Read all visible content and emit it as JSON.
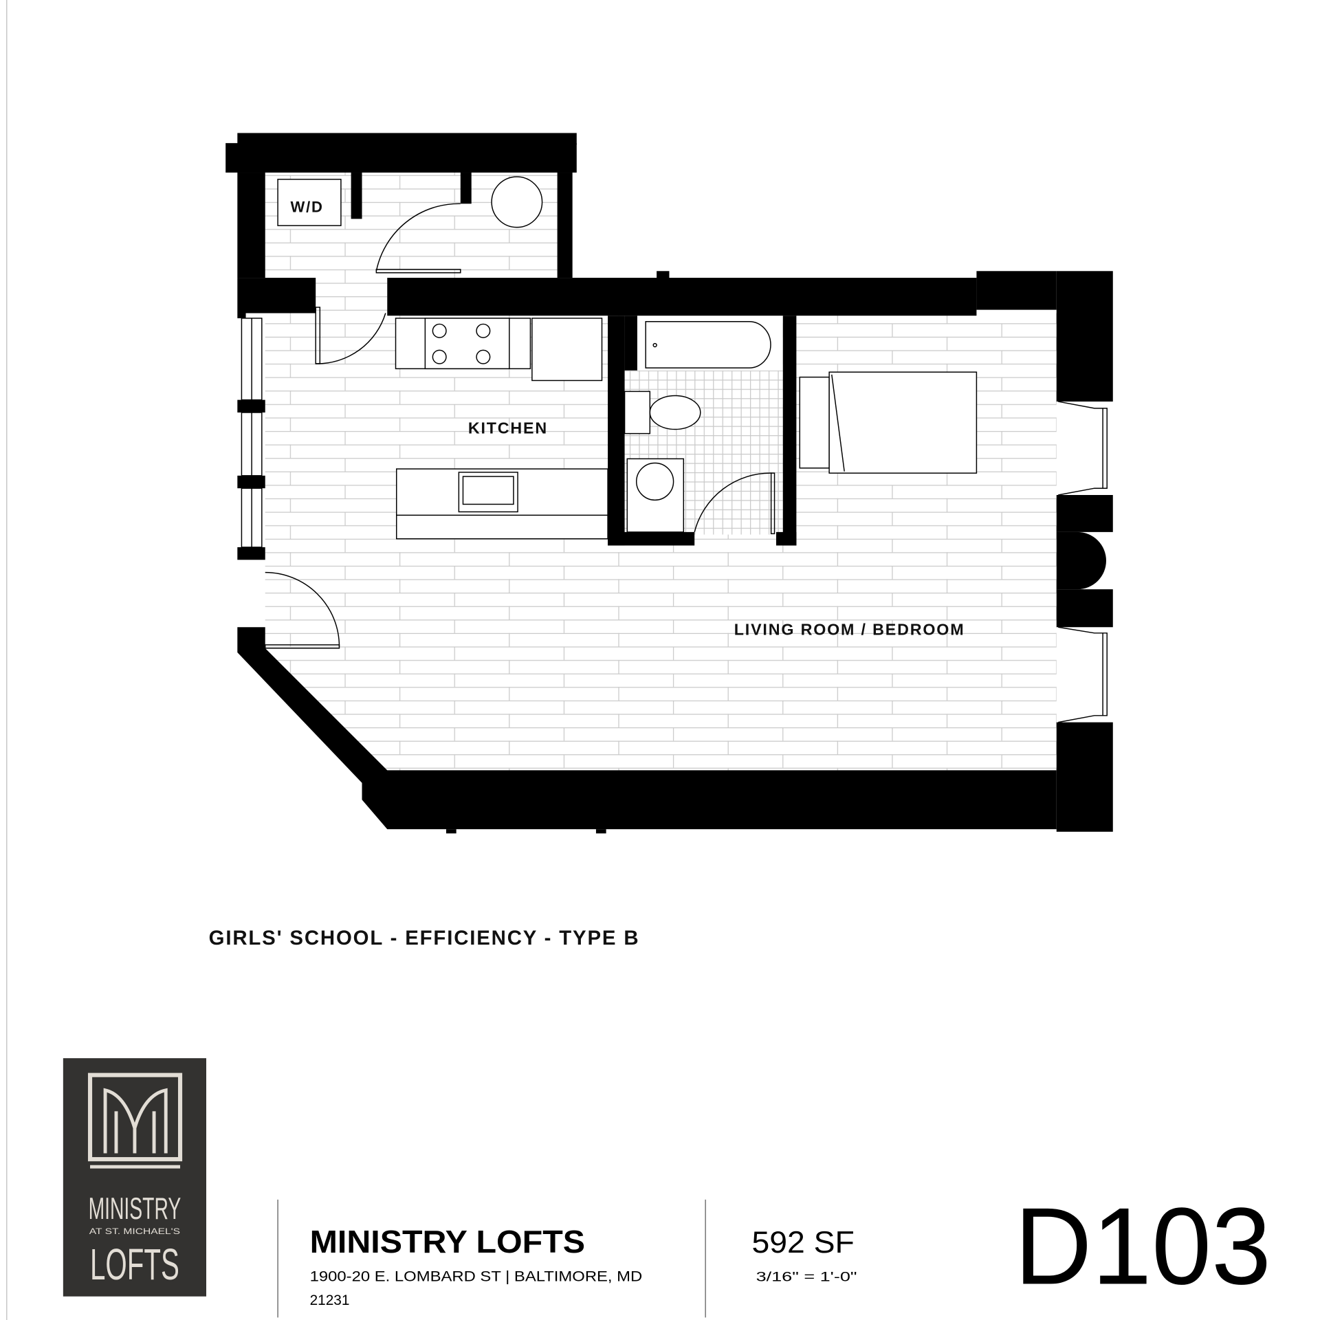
{
  "plan": {
    "rooms": {
      "laundry": "W/D",
      "kitchen": "KITCHEN",
      "living": "LIVING ROOM / BEDROOM"
    },
    "unit_type": "GIRLS' SCHOOL - EFFICIENCY - TYPE B"
  },
  "logo": {
    "line1": "MINISTRY",
    "line2": "AT ST. MICHAEL'S",
    "line3": "LOFTS",
    "bg_color": "#333230",
    "fg_color": "#e2ddd5"
  },
  "footer": {
    "property_name": "MINISTRY LOFTS",
    "address_line1": "1900-20 E. LOMBARD ST  |  BALTIMORE, MD",
    "address_line2": "21231",
    "area": "592 SF",
    "scale": "3/16\" = 1'-0\"",
    "unit_number": "D103"
  }
}
